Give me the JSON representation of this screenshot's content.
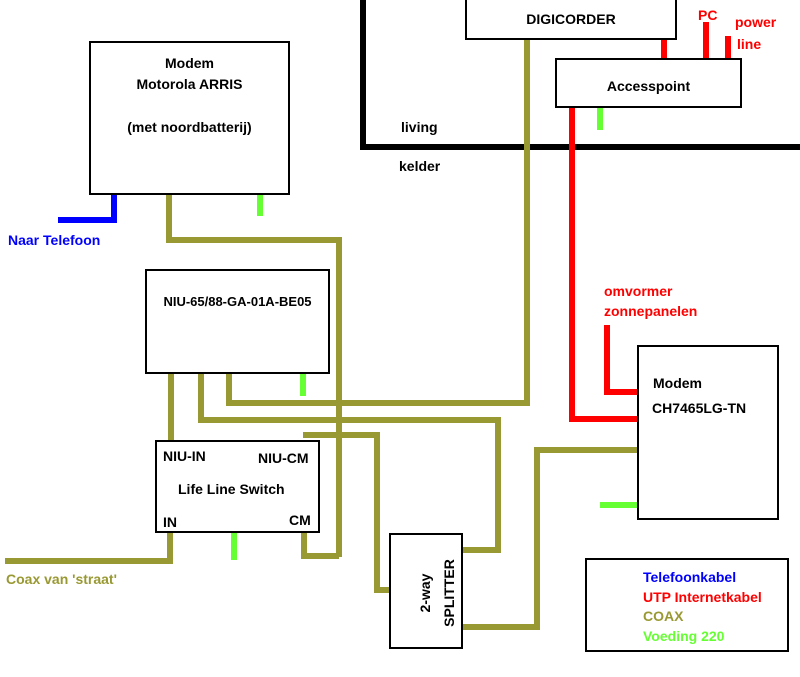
{
  "boxes": {
    "modem_arris": {
      "line1": "Modem",
      "line2": "Motorola ARRIS",
      "line3": "(met noordbatterij)"
    },
    "digicorder": {
      "label": "DIGICORDER"
    },
    "accesspoint": {
      "label": "Accesspoint"
    },
    "niu": {
      "label": "NIU-65/88-GA-01A-BE05"
    },
    "lifeline": {
      "niu_in": "NIU-IN",
      "niu_cm": "NIU-CM",
      "title": "Life Line Switch",
      "in": "IN",
      "cm": "CM"
    },
    "splitter": {
      "line1": "2-way",
      "line2": "SPLITTER"
    },
    "modem_ch": {
      "line1": "Modem",
      "line2": "CH7465LG-TN"
    }
  },
  "labels": {
    "living": "living",
    "kelder": "kelder",
    "pc": "PC",
    "power_line_1": "power",
    "power_line_2": "line",
    "naar_telefoon": "Naar Telefoon",
    "omvormer_1": "omvormer",
    "omvormer_2": "zonnepanelen",
    "coax_straat": "Coax van 'straat'"
  },
  "legend": {
    "items": [
      {
        "label": "Telefoonkabel",
        "color": "#0000ff"
      },
      {
        "label": "UTP Internetkabel",
        "color": "#ff0000"
      },
      {
        "label": "COAX",
        "color": "#999933"
      },
      {
        "label": "Voeding 220",
        "color": "#66ff33"
      }
    ]
  },
  "colors": {
    "telefoon": "#0000ff",
    "utp": "#ff0000",
    "coax": "#999933",
    "voeding": "#66ff33",
    "wall": "#000000"
  }
}
